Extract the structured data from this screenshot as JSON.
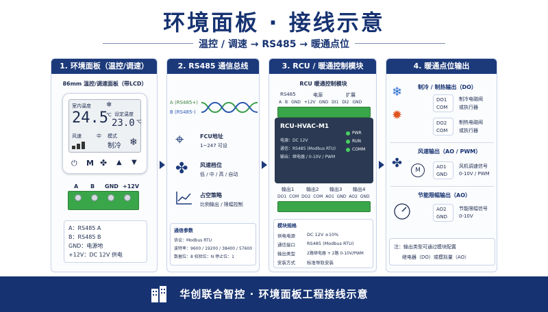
{
  "header": {
    "title": "环境面板 · 接线示意",
    "subtitle": "温控 / 调速 → RS485 → 暖通点位"
  },
  "panels": [
    {
      "title": "1. 环境面板（温控/调速）"
    },
    {
      "title": "2. RS485 通信总线"
    },
    {
      "title": "3. RCU / 暖通控制模块"
    },
    {
      "title": "4. 暖通点位输出"
    }
  ],
  "panel1": {
    "device_name": "86mm 温控/调速面板（带LCD）",
    "room_temp_label": "室内温度",
    "room_temp": "24.5",
    "room_temp_unit": "℃",
    "set_temp_label": "设定温度",
    "set_temp": "23.0",
    "set_temp_unit": "℃",
    "fan_label": "风速",
    "mode_label": "模式",
    "mode_value": "制冷",
    "fan_level": "中",
    "buttons": [
      "M",
      "▲",
      "▼"
    ],
    "terminals": [
      "A",
      "B",
      "GND",
      "+12V"
    ],
    "legend": [
      {
        "key": "A",
        "value": "：RS485 A"
      },
      {
        "key": "B",
        "value": "：RS485 B"
      },
      {
        "key": "GND",
        "value": "：电源地"
      },
      {
        "key": "+12V",
        "value": "：DC 12V 供电"
      }
    ]
  },
  "panel2": {
    "bus_a": "A (RS485+)",
    "bus_b": "B (RS485-)",
    "features": [
      {
        "title": "FCU地址",
        "desc": "1~247 可设"
      },
      {
        "title": "风速档位",
        "desc": "低 / 中 / 高 / 自动"
      },
      {
        "title": "占空策略",
        "desc": "比例输出 / 限幅控制"
      }
    ],
    "params_title": "通信参数",
    "params": [
      "协议：Modbus RTU",
      "波特率：9600 / 19200 / 38400 / 57600",
      "数据位：8      校验位：N      停止位：1"
    ]
  },
  "panel3": {
    "title": "RCU 暖通控制模块",
    "top_groups": [
      "RS485",
      "电源",
      "扩展"
    ],
    "top_terms": [
      "A",
      "B",
      "GND",
      "+12V",
      "GND",
      "DI1",
      "DI2",
      "GND"
    ],
    "model": "RCU-HVAC-M1",
    "specs_lines": [
      "电源：DC 12V",
      "通信：RS485 (Modbus RTU)",
      "输出：继电器 / 0-10V / PWM"
    ],
    "leds": [
      "PWR",
      "RUN",
      "COMM"
    ],
    "output_groups": [
      "输出1",
      "输出2",
      "输出3",
      "输出4"
    ],
    "bottom_terms": [
      "DO1",
      "COM",
      "DO2",
      "COM",
      "AO1",
      "GND",
      "AO2",
      "GND"
    ],
    "table_title": "模块规格",
    "table": [
      {
        "k": "供电电源",
        "v": "DC 12V ±10%"
      },
      {
        "k": "通信接口",
        "v": "RS485 (Modbus RTU)"
      },
      {
        "k": "输出类型",
        "v": "2路继电器 + 2路 0-10V/PWM"
      },
      {
        "k": "安装方式",
        "v": "标准导轨安装"
      }
    ]
  },
  "panel4": {
    "cool_heat_title": "制冷 / 制热输出（DO）",
    "do1": [
      "DO1",
      "COM"
    ],
    "do2": [
      "DO2",
      "COM"
    ],
    "do_desc": [
      "制冷电磁阀",
      "或执行器"
    ],
    "do2_desc": [
      "制热电磁阀",
      "或执行器"
    ],
    "fan_title": "风速输出（AO / PWM）",
    "ao1": [
      "AO1",
      "GND"
    ],
    "fan_motor": "M",
    "fan_desc": [
      "风机调速信号",
      "0-10V / PWM"
    ],
    "limit_title": "节能限幅输出（AO）",
    "ao2": [
      "AO2",
      "GND"
    ],
    "limit_desc": [
      "节能限幅信号",
      "0-10V"
    ],
    "note_lines": [
      "注：输出类型可通过模块配置",
      "继电器（DO）或模拟量（AO）"
    ]
  },
  "footer": {
    "text": "华创联合智控 · 环境面板工程接线示意"
  }
}
